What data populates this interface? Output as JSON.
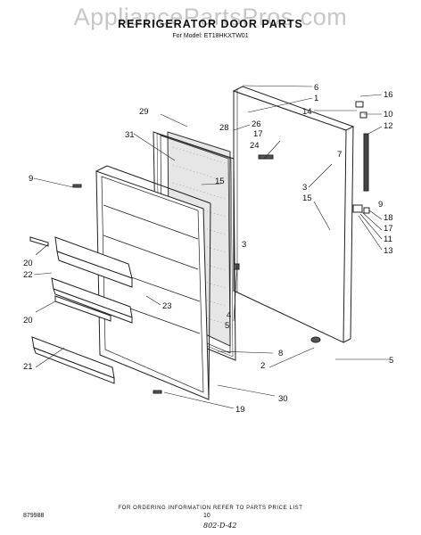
{
  "watermark": "AppliancePartsPros.com",
  "header": {
    "title": "REFRIGERATOR DOOR PARTS",
    "model_line": "For Model: ET18HKXTW01"
  },
  "footer": {
    "ordering_note": "FOR ORDERING INFORMATION REFER TO PARTS PRICE LIST",
    "drawing_code": "879988",
    "page_number": "10",
    "handwritten_note": "802-D-42"
  },
  "callouts": {
    "c1": "1",
    "c2": "2",
    "c3": "3",
    "c3b": "3",
    "c4": "4",
    "c5": "5",
    "c5b": "5",
    "c6": "6",
    "c7": "7",
    "c8": "8",
    "c9": "9",
    "c9b": "9",
    "c10": "10",
    "c11": "11",
    "c12": "12",
    "c13": "13",
    "c14": "14",
    "c15": "15",
    "c15b": "15",
    "c16": "16",
    "c17": "17",
    "c17b": "17",
    "c18": "18",
    "c19": "19",
    "c20": "20",
    "c20b": "20",
    "c21": "21",
    "c22": "22",
    "c23": "23",
    "c24": "24",
    "c26": "26",
    "c28": "28",
    "c29": "29",
    "c30": "30",
    "c31": "31"
  }
}
